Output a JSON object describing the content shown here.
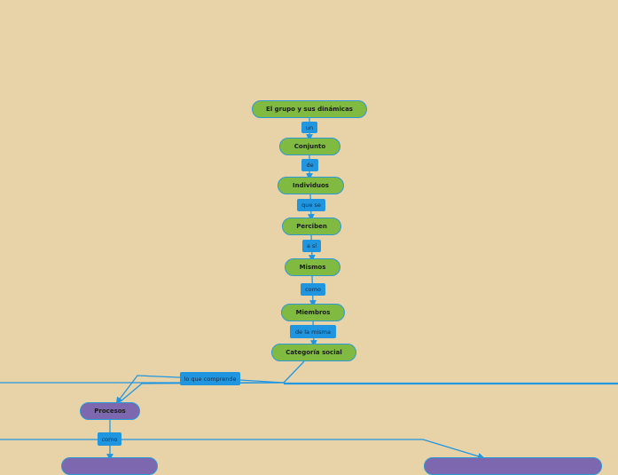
{
  "colors": {
    "background": "#e8d3a8",
    "main_node": "#80ba41",
    "sub_node": "#7d67ae",
    "connector": "#2196e0",
    "border": "#2b9ad8"
  },
  "nodes": {
    "root": "El grupo y sus dinámicas",
    "conjunto": "Conjunto",
    "individuos": "Individuos",
    "perciben": "Perciben",
    "mismos": "Mismos",
    "miembros": "Miembros",
    "categoria": "Categoría social",
    "procesos": "Procesos"
  },
  "labels": {
    "un": "un",
    "de": "de",
    "que_se": "que se",
    "a_si": "a sí",
    "como1": "como",
    "de_la_misma": "de la misma",
    "lo_que_comprende": "lo que comprende",
    "como2": "como"
  }
}
